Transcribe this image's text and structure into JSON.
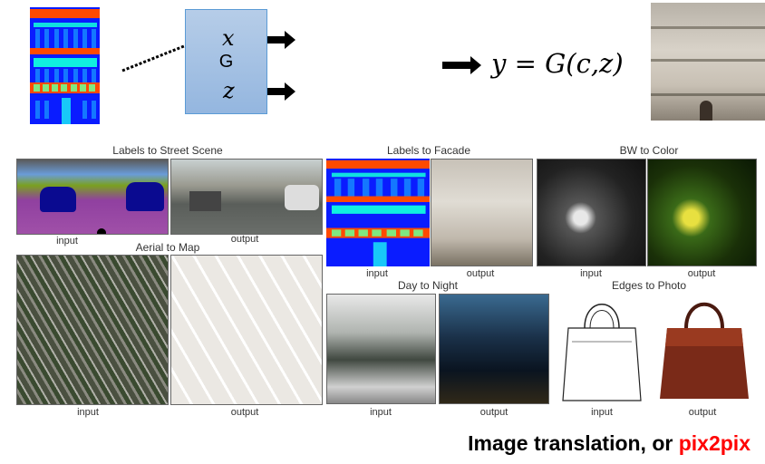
{
  "diagram": {
    "input_var": "x",
    "noise_var": "z",
    "generator_label": "G",
    "equation": "y = G(c,z)"
  },
  "examples": [
    {
      "title": "Labels to Street Scene",
      "input_label": "input",
      "output_label": "output"
    },
    {
      "title": "Aerial to Map",
      "input_label": "input",
      "output_label": "output"
    },
    {
      "title": "Labels to Facade",
      "input_label": "input",
      "output_label": "output"
    },
    {
      "title": "BW to Color",
      "input_label": "input",
      "output_label": "output"
    },
    {
      "title": "Day to Night",
      "input_label": "input",
      "output_label": "output"
    },
    {
      "title": "Edges to Photo",
      "input_label": "input",
      "output_label": "output"
    }
  ],
  "footer": {
    "text": "Image translation, or ",
    "highlight": "pix2pix",
    "highlight_color": "#ff0000"
  }
}
